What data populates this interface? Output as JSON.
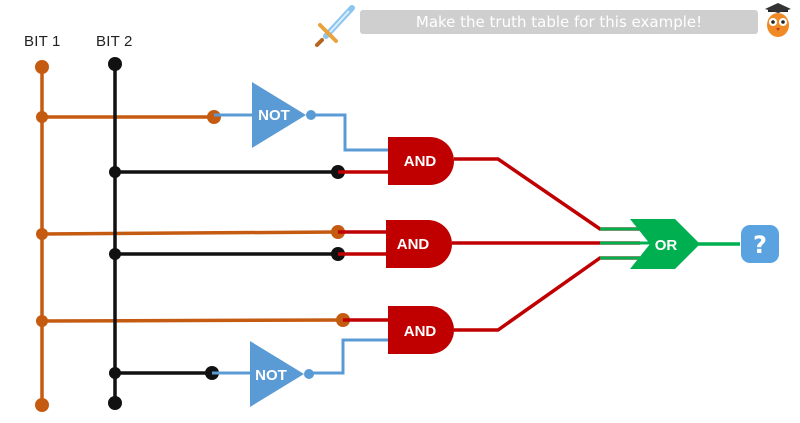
{
  "prompt": {
    "text": "Make the truth table for this example!"
  },
  "inputs": {
    "bit1": "BIT 1",
    "bit2": "BIT 2"
  },
  "gates": {
    "not_top": "NOT",
    "and_top": "AND",
    "and_middle": "AND",
    "and_bottom": "AND",
    "not_bottom": "NOT",
    "or": "OR"
  },
  "output": {
    "symbol": "?"
  },
  "colors": {
    "bit1_wire": "#c55a11",
    "bit2_wire": "#111111",
    "not_gate": "#5b9bd5",
    "and_gate": "#c00000",
    "or_gate": "#00b050",
    "output_badge": "#5ba3e0"
  },
  "icons": {
    "left": "sword-icon",
    "right": "owl-mascot-icon"
  }
}
